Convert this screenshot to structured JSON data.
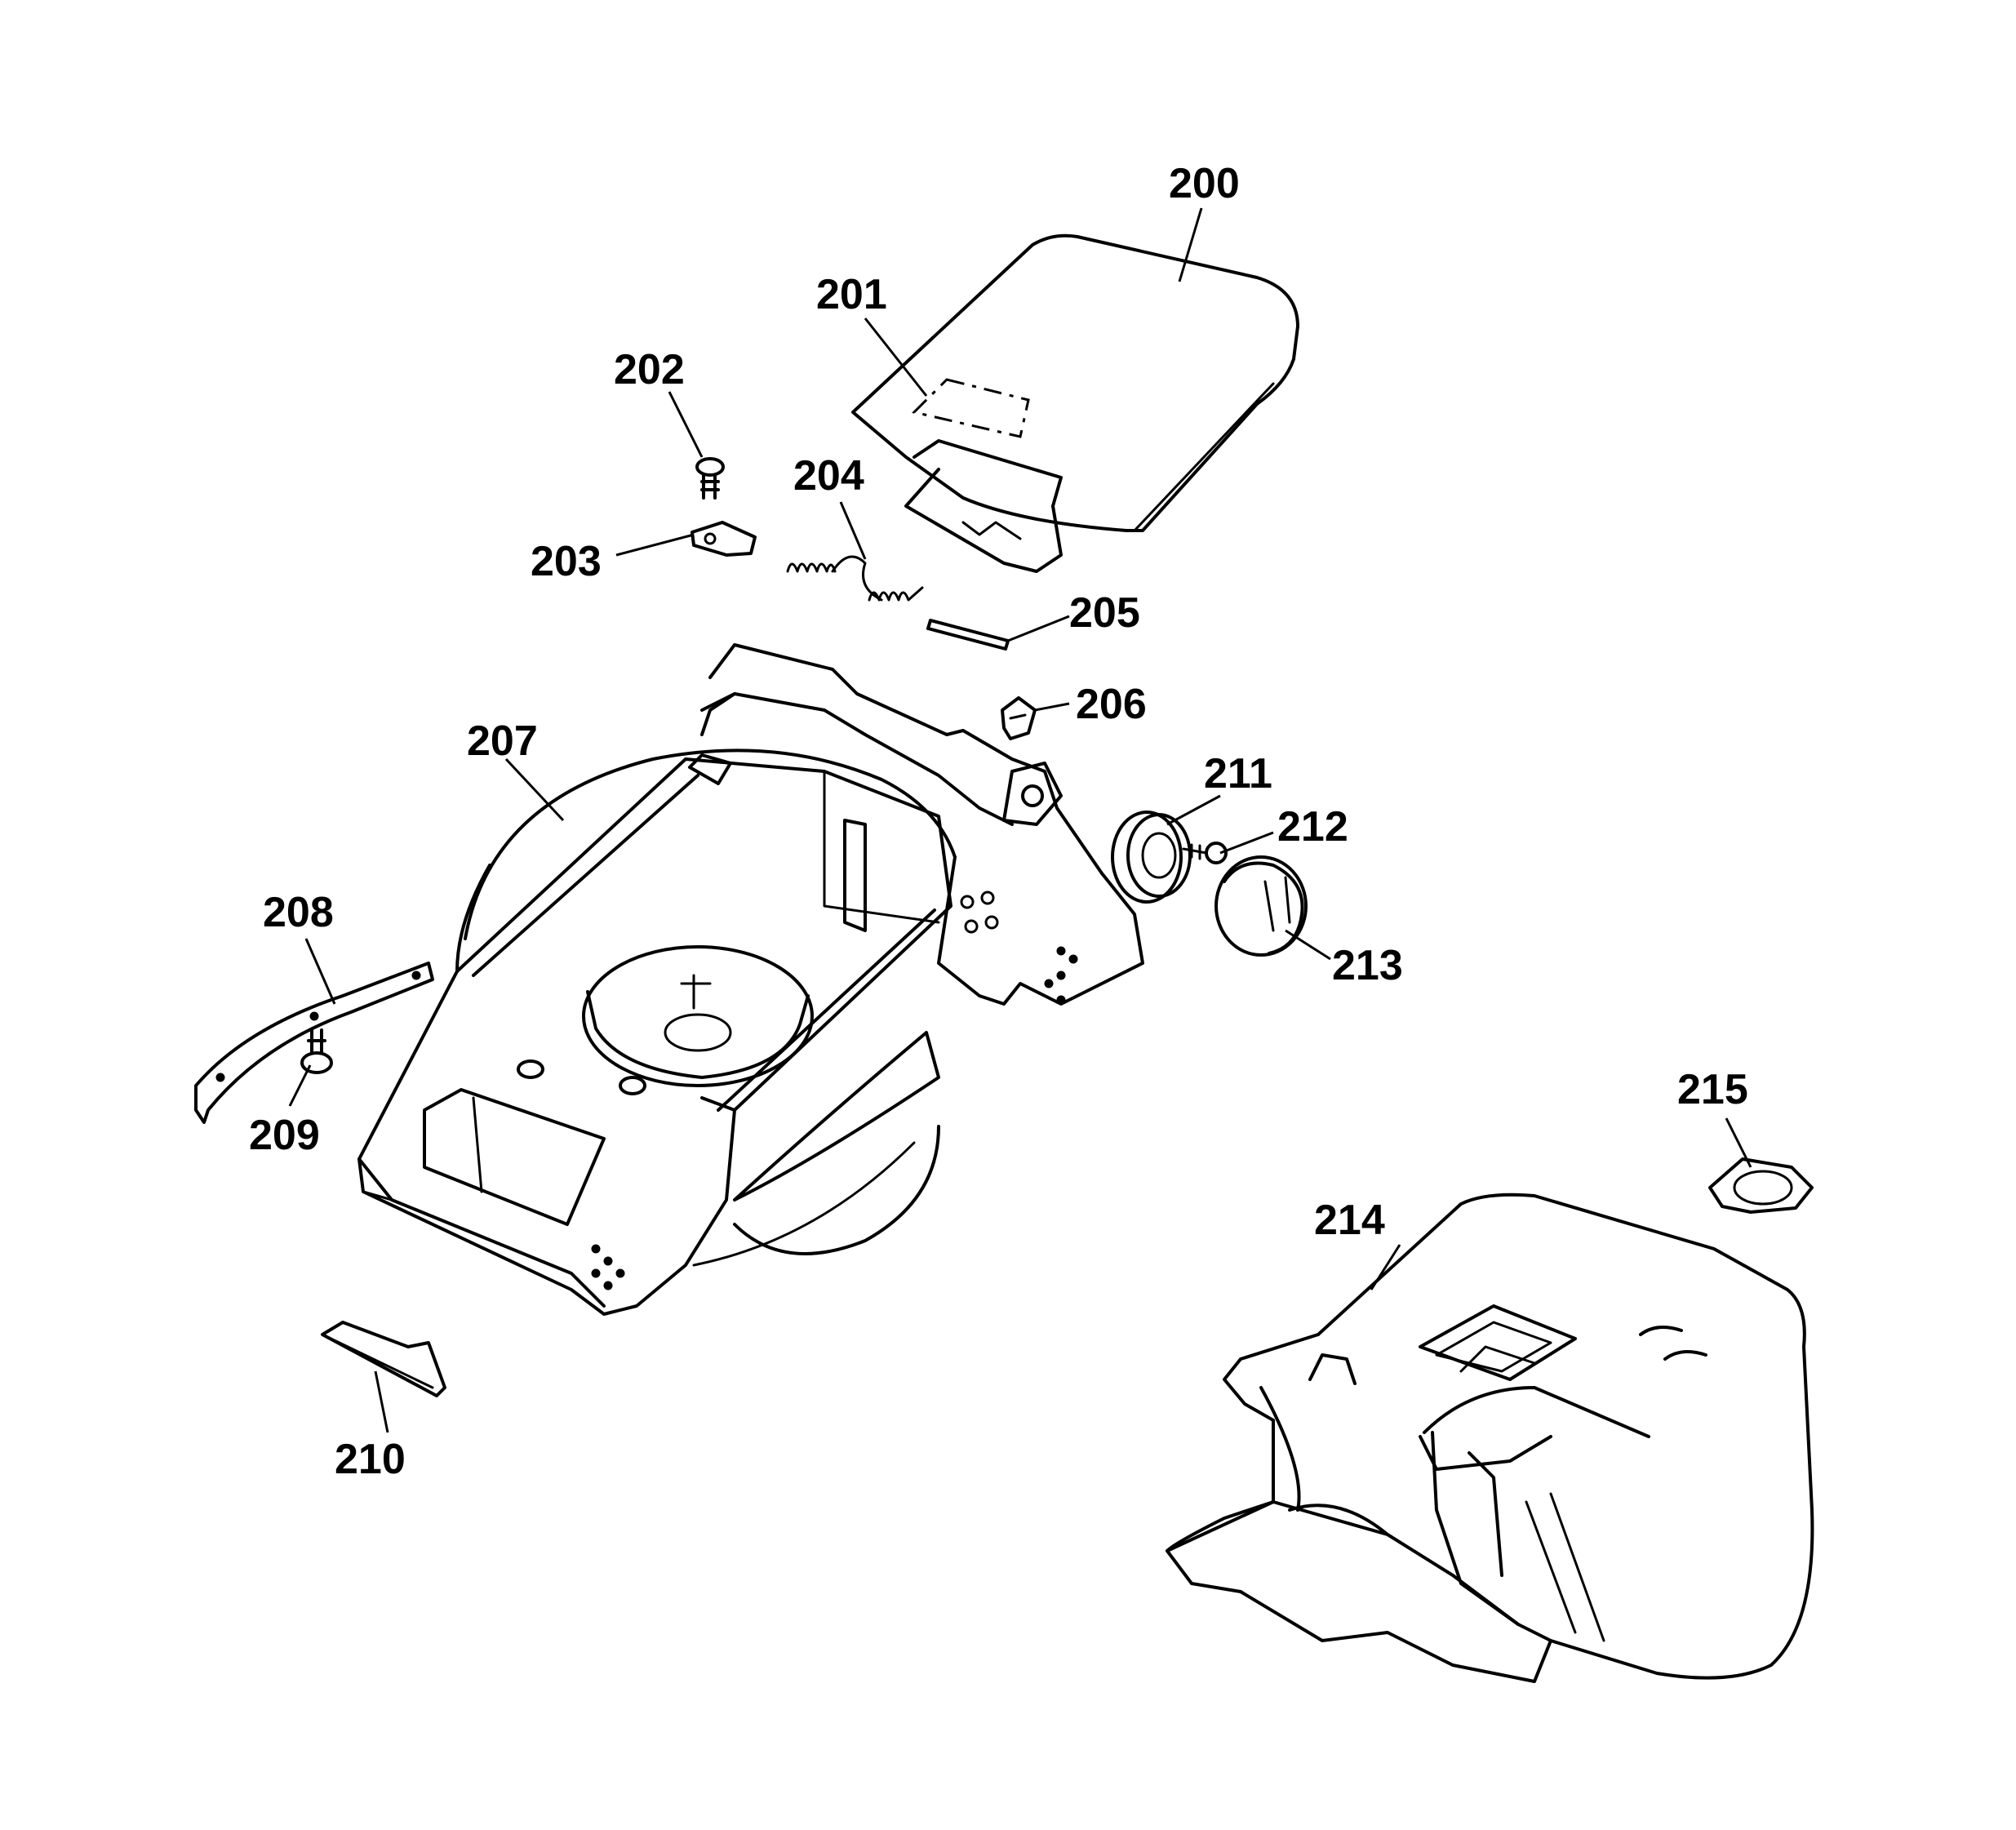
{
  "callouts": {
    "c200": "200",
    "c201": "201",
    "c202": "202",
    "c203": "203",
    "c204": "204",
    "c205": "205",
    "c206": "206",
    "c207": "207",
    "c208": "208",
    "c209": "209",
    "c210": "210",
    "c211": "211",
    "c212": "212",
    "c213": "213",
    "c214": "214",
    "c215": "215"
  }
}
